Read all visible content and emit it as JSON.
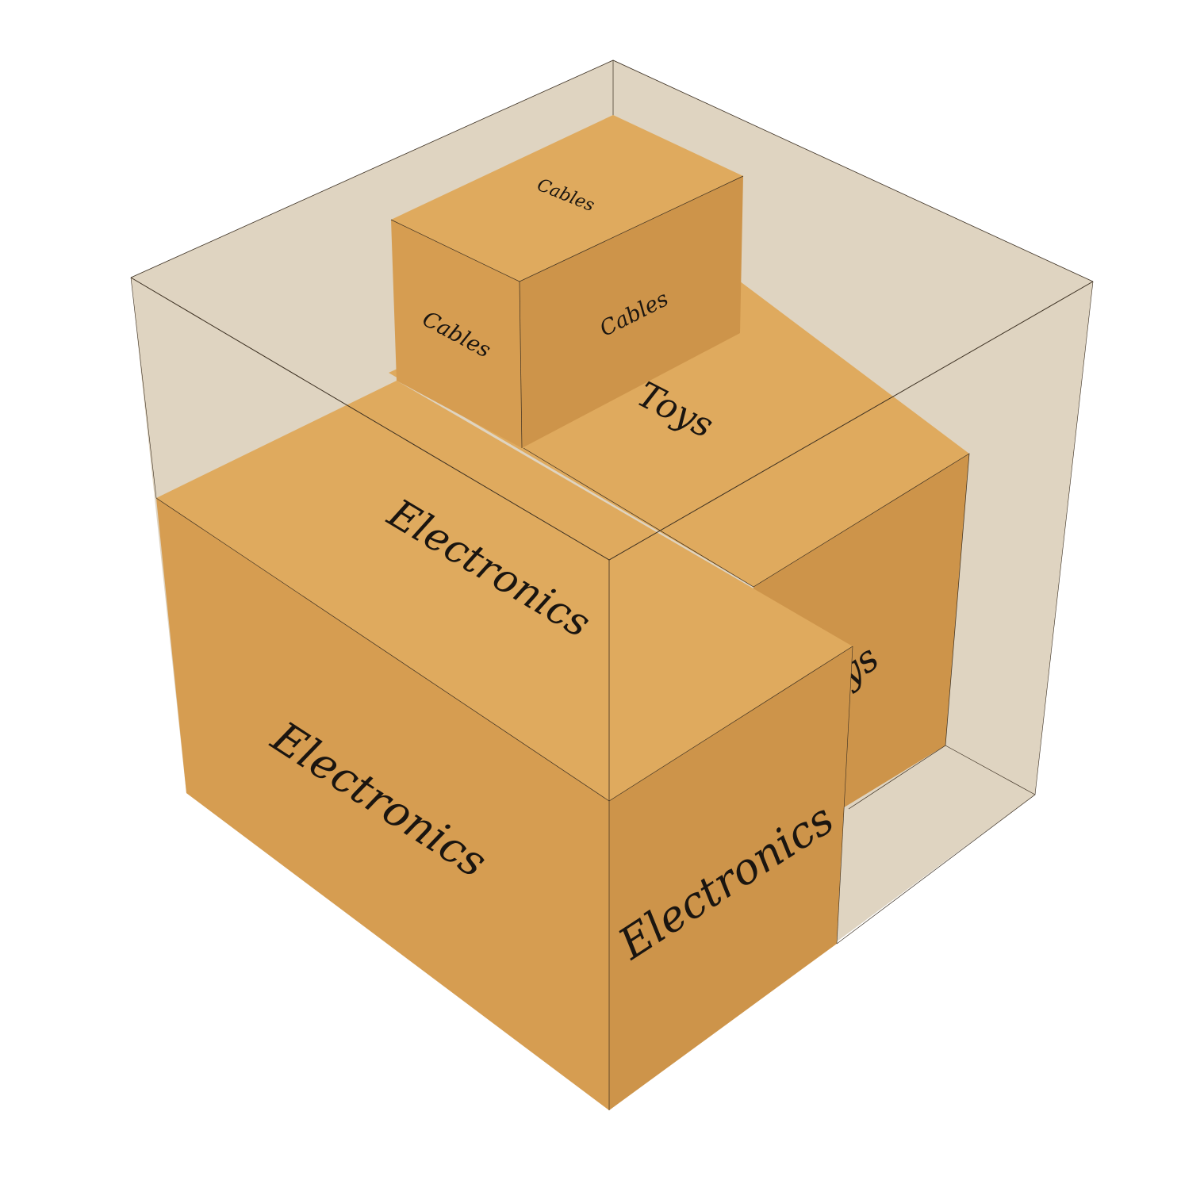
{
  "colors": {
    "container": "#dccfba",
    "box_top": "#dfaa5e",
    "box_left": "#d69d51",
    "box_right": "#cd944a",
    "edge": "#3a2e20"
  },
  "boxes": {
    "electronics": {
      "label": "Electronics"
    },
    "toys": {
      "label": "Toys"
    },
    "cables": {
      "label": "Cables"
    }
  }
}
